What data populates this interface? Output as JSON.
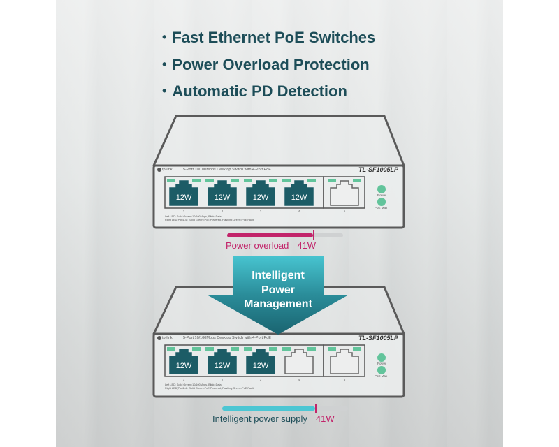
{
  "bullets": [
    "Fast Ethernet PoE Switches",
    "Power Overload Protection",
    "Automatic PD Detection"
  ],
  "colors": {
    "teal_text": "#1d4d58",
    "port_active": "#1c5c66",
    "led_green": "#62c49b",
    "overload": "#c2246a",
    "intelligent": "#4cc6d3",
    "outline": "#5a5a5a"
  },
  "switch_label": {
    "brand": "tp-link",
    "description": "5-Port 10/100Mbps Desktop Switch with 4-Port PoE",
    "model": "TL-SF1005LP",
    "led_power": "Power",
    "led_poe_max": "PoE Max",
    "legend_line1": "Left LED:  Solid Green=10/100Mbps, Blink=Data",
    "legend_line2": "Right LED(Port1-4):  Solid Green=PoE Powered, Flashing Green=PoE Fault"
  },
  "switch_top": {
    "ports": [
      {
        "number": "1",
        "label": "12W",
        "active": true
      },
      {
        "number": "2",
        "label": "12W",
        "active": true
      },
      {
        "number": "3",
        "label": "12W",
        "active": true
      },
      {
        "number": "4",
        "label": "12W",
        "active": true
      },
      {
        "number": "5",
        "label": "",
        "active": false
      }
    ],
    "bar": {
      "fill_percent": 74,
      "color": "#c2246a"
    },
    "caption": "Power overload",
    "value": "41W"
  },
  "arrow": {
    "line1": "Intelligent",
    "line2": "Power",
    "line3": "Management"
  },
  "switch_bottom": {
    "ports": [
      {
        "number": "1",
        "label": "12W",
        "active": true
      },
      {
        "number": "2",
        "label": "12W",
        "active": true
      },
      {
        "number": "3",
        "label": "12W",
        "active": true
      },
      {
        "number": "4",
        "label": "",
        "active": false
      },
      {
        "number": "5",
        "label": "",
        "active": false
      }
    ],
    "bar": {
      "fill_percent": 74,
      "color": "#4cc6d3"
    },
    "caption": "Intelligent power supply",
    "value": "41W"
  }
}
